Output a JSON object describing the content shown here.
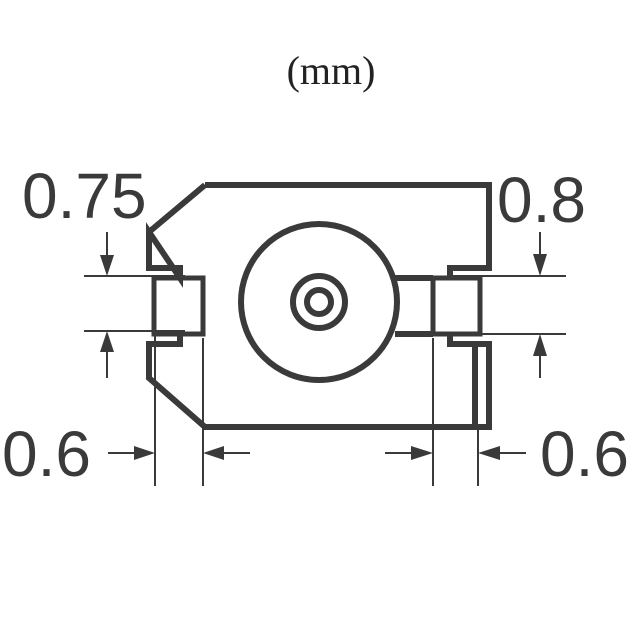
{
  "diagram": {
    "unit_label": "(mm)",
    "dimensions": {
      "top_left": "0.75",
      "top_right": "0.8",
      "bottom_left": "0.6",
      "bottom_right": "0.6"
    }
  }
}
